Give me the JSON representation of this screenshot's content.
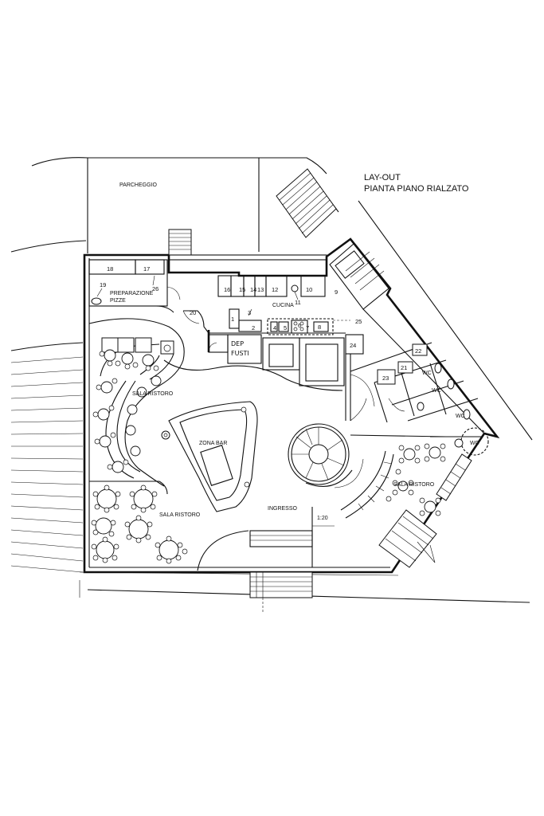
{
  "plan": {
    "title_line1": "LAY-OUT",
    "title_line2": "PIANTA PIANO RIALZATO",
    "rooms": {
      "parcheggio": "PARCHEGGIO",
      "preparazione_line1": "PREPARAZIONE",
      "preparazione_line2": "PIZZE",
      "cucina": "CUCINA",
      "deposito_line1": "DEP",
      "deposito_line2": "FUSTI",
      "sala_ristoro_left_upper": "SALA RISTORO",
      "sala_ristoro_left_lower": "SALA RISTORO",
      "sala_ristoro_right": "SALA RISTORO",
      "zona_bar": "ZONA BAR",
      "ingresso": "INGRESSO",
      "ramp_slope": "1:20"
    },
    "wc_labels": [
      "WC",
      "WC",
      "WC",
      "WC"
    ],
    "numbers": [
      "1",
      "2",
      "3",
      "4",
      "5",
      "6",
      "7",
      "8",
      "9",
      "10",
      "11",
      "12",
      "13",
      "14",
      "15",
      "16",
      "17",
      "18",
      "19",
      "20",
      "21",
      "22",
      "23",
      "24",
      "25",
      "26"
    ]
  }
}
